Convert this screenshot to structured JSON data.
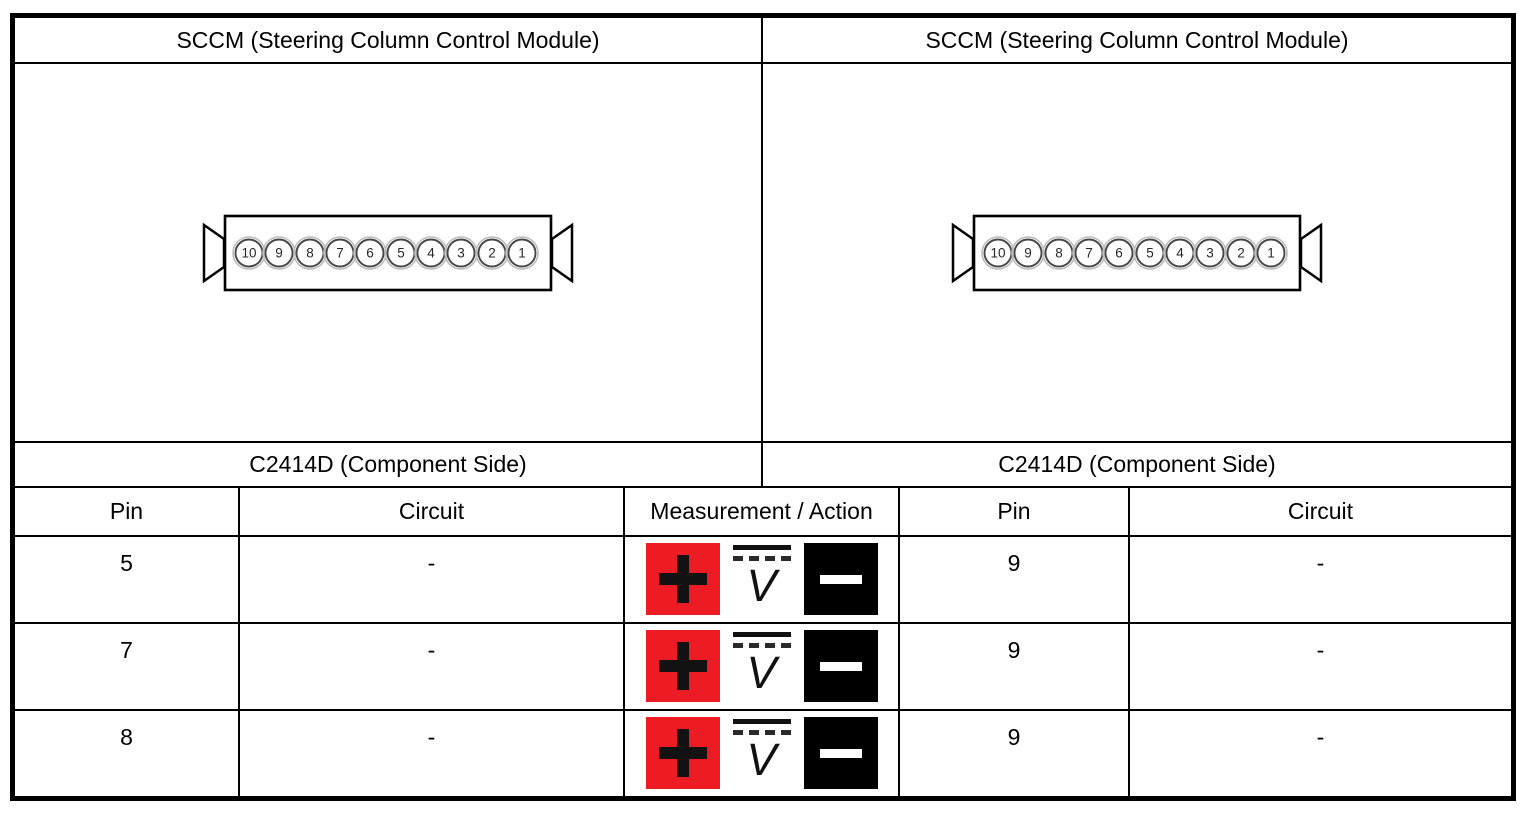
{
  "panels": {
    "left": {
      "title": "SCCM (Steering Column Control Module)",
      "connector_label": "C2414D (Component Side)",
      "connector": {
        "pins": [
          "10",
          "9",
          "8",
          "7",
          "6",
          "5",
          "4",
          "3",
          "2",
          "1"
        ]
      }
    },
    "right": {
      "title": "SCCM (Steering Column Control Module)",
      "connector_label": "C2414D (Component Side)",
      "connector": {
        "pins": [
          "10",
          "9",
          "8",
          "7",
          "6",
          "5",
          "4",
          "3",
          "2",
          "1"
        ]
      }
    }
  },
  "pin_table": {
    "headers": [
      "Pin",
      "Circuit",
      "Measurement / Action",
      "Pin",
      "Circuit"
    ],
    "rows": [
      {
        "pin_a": "5",
        "circuit_a": "-",
        "pin_b": "9",
        "circuit_b": "-"
      },
      {
        "pin_a": "7",
        "circuit_a": "-",
        "pin_b": "9",
        "circuit_b": "-"
      },
      {
        "pin_a": "8",
        "circuit_a": "-",
        "pin_b": "9",
        "circuit_b": "-"
      }
    ],
    "measurement_icons": {
      "positive_probe": "+",
      "meter_letter": "V",
      "negative_probe": "−"
    }
  },
  "colors": {
    "positive_probe_red": "#ED1C24",
    "negative_probe_black": "#000000",
    "table_border": "#000000"
  }
}
